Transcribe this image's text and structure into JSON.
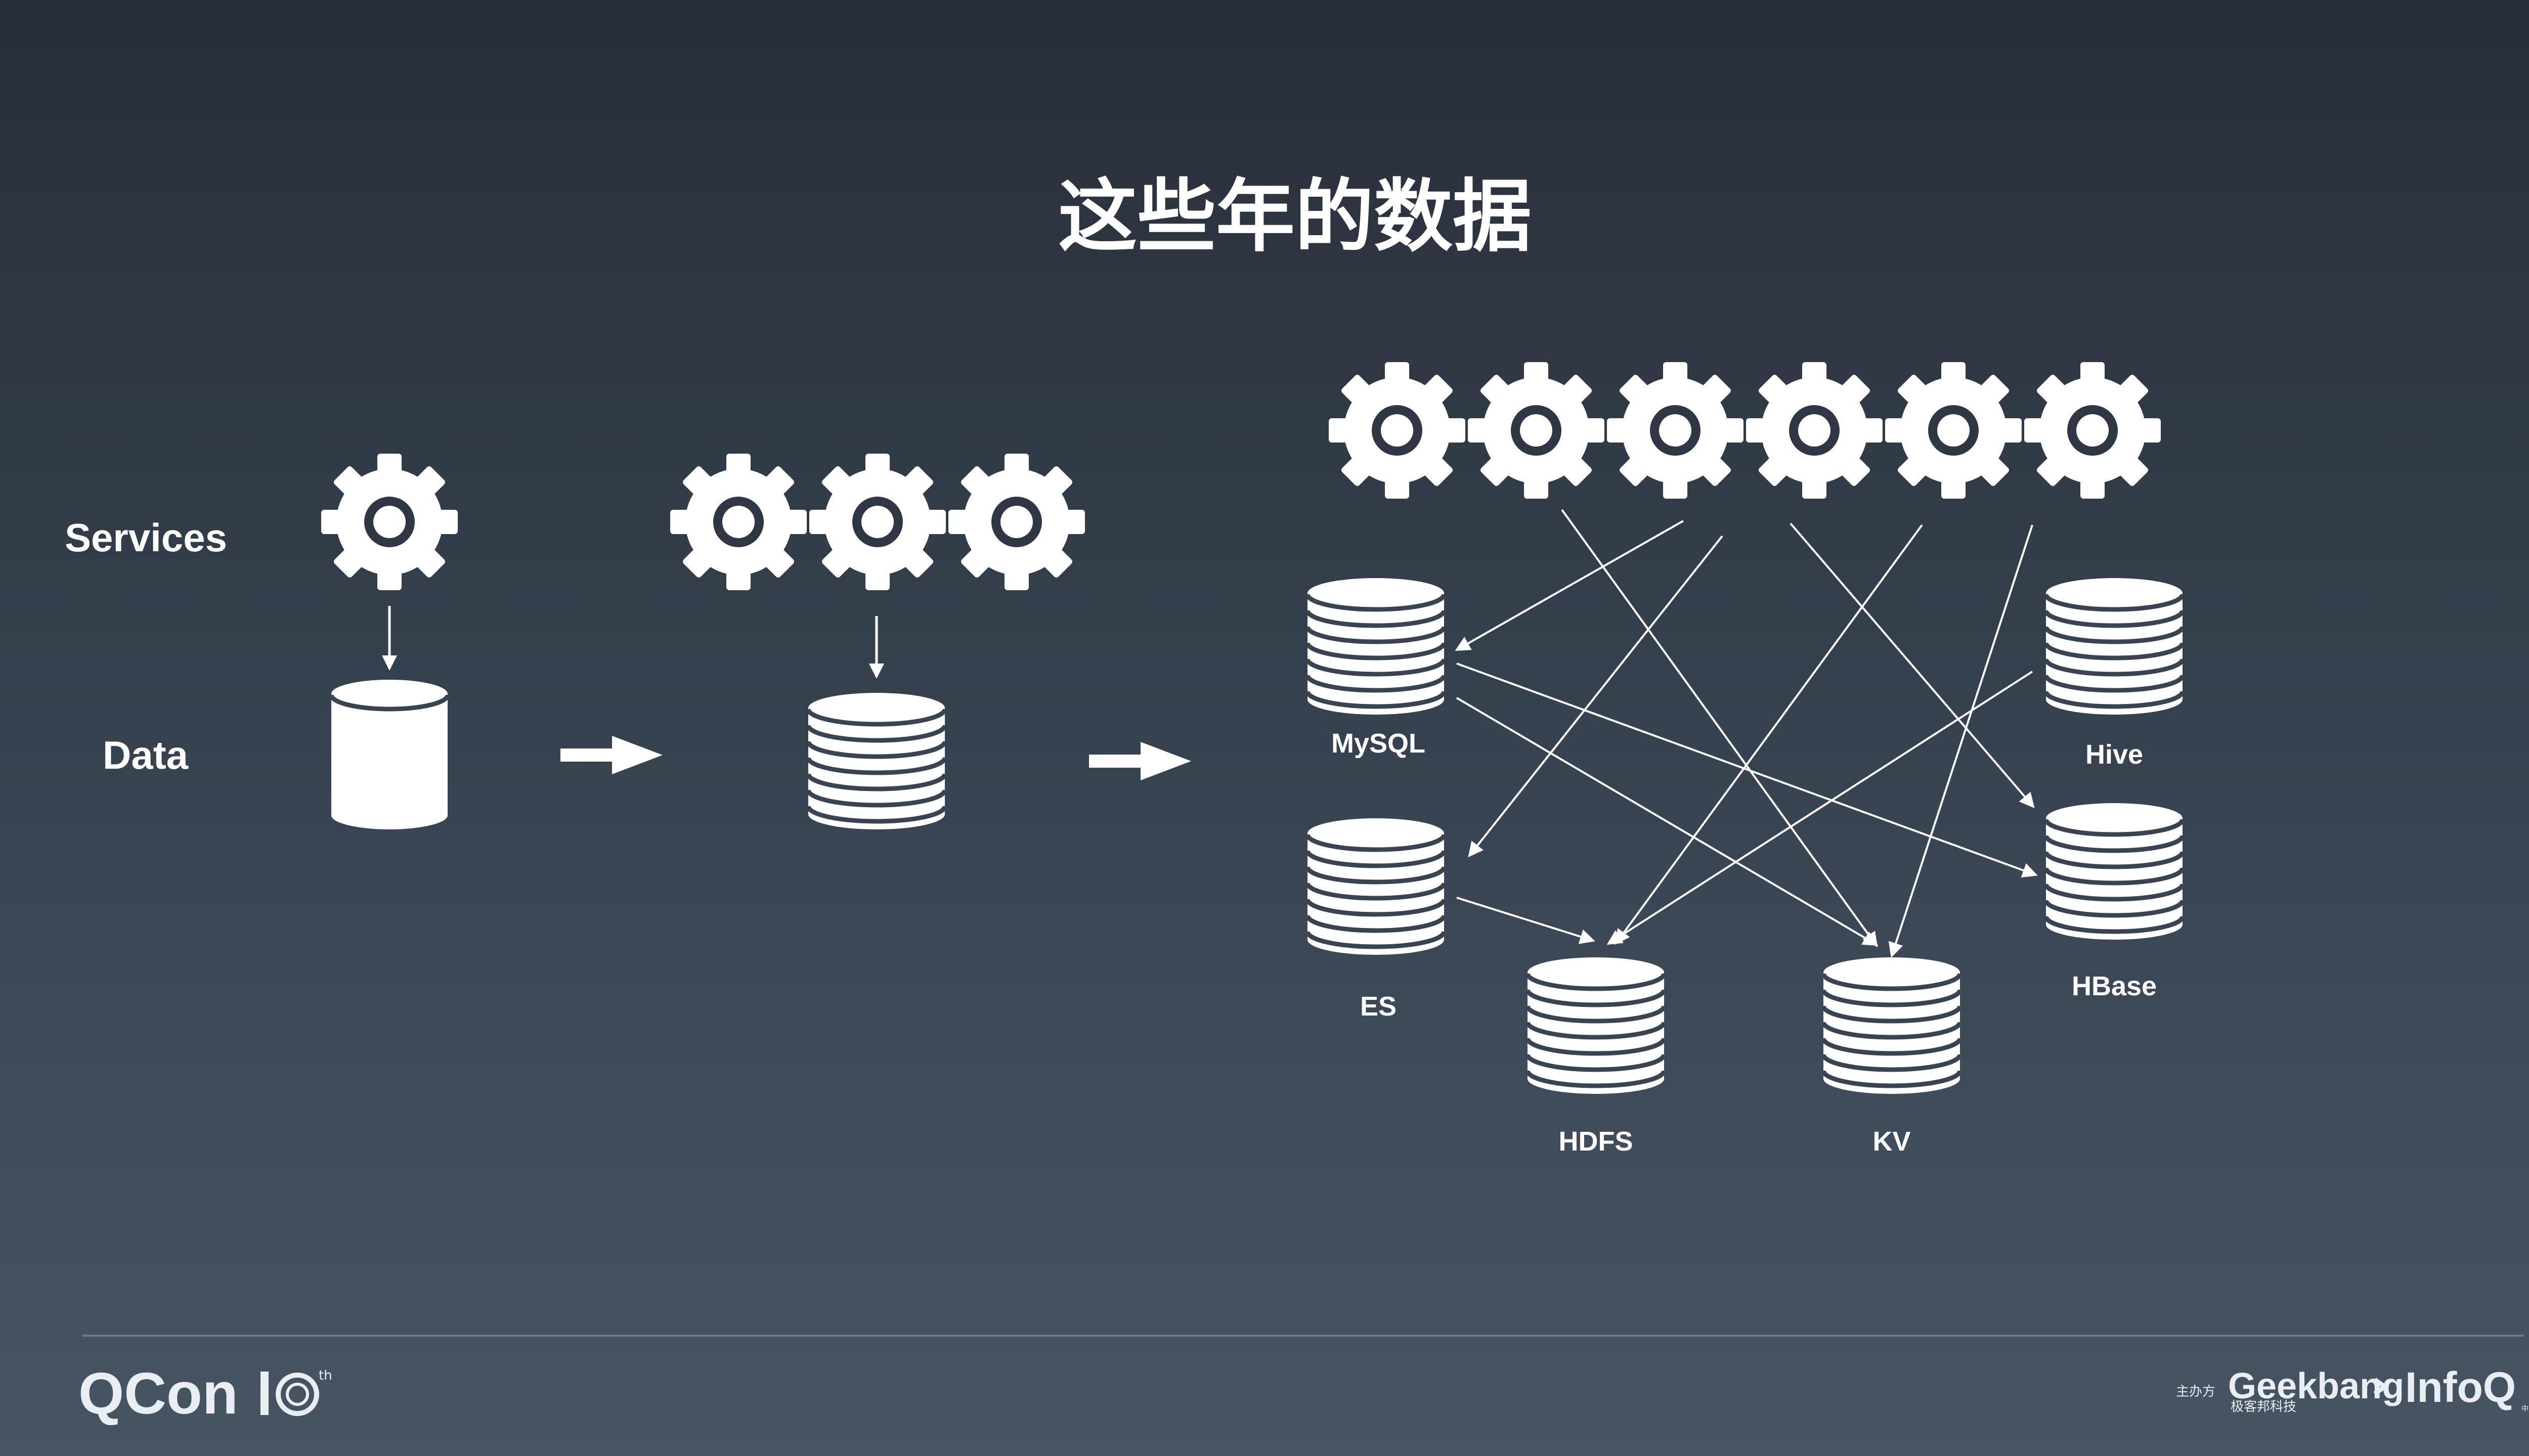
{
  "slide": {
    "title": "这些年的数据",
    "row_labels": {
      "services": "Services",
      "data": "Data"
    }
  },
  "diagram": {
    "stage1": {
      "services_count": 1,
      "storage": "single-database"
    },
    "stage2": {
      "services_count": 3,
      "storage": "database-stack"
    },
    "stage3": {
      "services_count": 6,
      "stores": {
        "mysql": "MySQL",
        "es": "ES",
        "hdfs": "HDFS",
        "kv": "KV",
        "hive": "Hive",
        "hbase": "HBase"
      }
    },
    "transitions": [
      "right-arrow-icon",
      "right-arrow-icon"
    ],
    "icons": [
      "gear-icon",
      "database-icon",
      "database-stack-icon",
      "right-arrow-icon"
    ]
  },
  "footer": {
    "qcon": "QCon",
    "qcon_edition": "th",
    "organizer_label": "主办方",
    "geekbang": "Geekbang",
    "geekbang_cn": "极客邦科技",
    "infoq": "InfoQ",
    "infoq_suffix": "中文站"
  },
  "colors": {
    "background_top": "#282e39",
    "background_bottom": "#475563",
    "foreground": "#ffffff",
    "footer_text": "#e8eef2",
    "divider": "#6c7885"
  }
}
